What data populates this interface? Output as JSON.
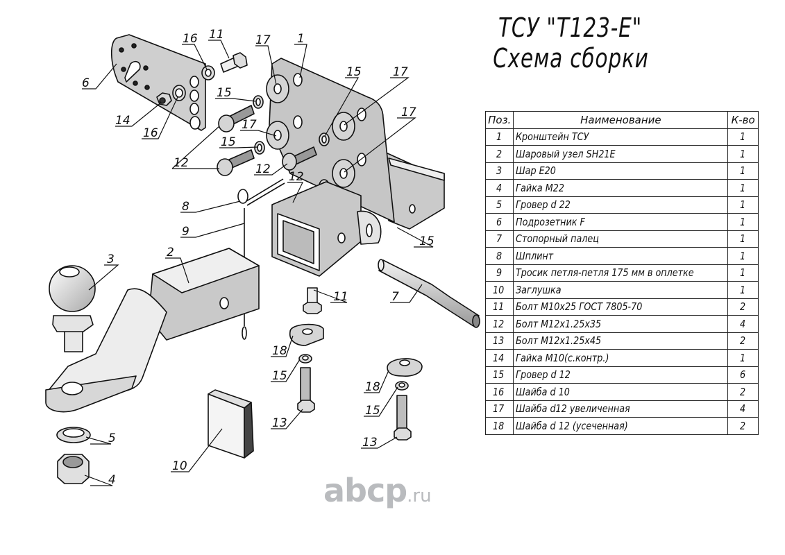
{
  "title": {
    "line1": "ТСУ \"Т123-Е\"",
    "line2": "Схема сборки"
  },
  "spec_table": {
    "headers": {
      "pos": "Поз.",
      "name": "Наименование",
      "qty": "К-во"
    },
    "rows": [
      {
        "pos": "1",
        "name": "Кронштейн ТСУ",
        "qty": "1"
      },
      {
        "pos": "2",
        "name": "Шаровый узел SH21E",
        "qty": "1"
      },
      {
        "pos": "3",
        "name": "Шар E20",
        "qty": "1"
      },
      {
        "pos": "4",
        "name": "Гайка М22",
        "qty": "1"
      },
      {
        "pos": "5",
        "name": "Гровер d 22",
        "qty": "1"
      },
      {
        "pos": "6",
        "name": "Подрозетник F",
        "qty": "1"
      },
      {
        "pos": "7",
        "name": "Стопорный палец",
        "qty": "1"
      },
      {
        "pos": "8",
        "name": "Шплинт",
        "qty": "1"
      },
      {
        "pos": "9",
        "name": "Тросик петля-петля 175 мм в оплетке",
        "qty": "1"
      },
      {
        "pos": "10",
        "name": "Заглушка",
        "qty": "1"
      },
      {
        "pos": "11",
        "name": "Болт М10х25 ГОСТ 7805-70",
        "qty": "2"
      },
      {
        "pos": "12",
        "name": "Болт М12х1.25х35",
        "qty": "4"
      },
      {
        "pos": "13",
        "name": "Болт М12х1.25х45",
        "qty": "2"
      },
      {
        "pos": "14",
        "name": "Гайка М10(с.контр.)",
        "qty": "1"
      },
      {
        "pos": "15",
        "name": "Гровер d 12",
        "qty": "6"
      },
      {
        "pos": "16",
        "name": "Шайба d 10",
        "qty": "2"
      },
      {
        "pos": "17",
        "name": "Шайба d12 увеличенная",
        "qty": "4"
      },
      {
        "pos": "18",
        "name": "Шайба d 12 (усеченная)",
        "qty": "2"
      }
    ]
  },
  "callouts": [
    "6",
    "16",
    "11",
    "17",
    "1",
    "15",
    "17",
    "17",
    "14",
    "16",
    "15",
    "17",
    "15",
    "12",
    "12",
    "12",
    "8",
    "9",
    "3",
    "2",
    "11",
    "7",
    "15",
    "18",
    "15",
    "13",
    "18",
    "15",
    "13",
    "5",
    "4",
    "10"
  ],
  "parts": {
    "plate_6": "Подрозетник F",
    "bracket_1": "Кронштейн ТСУ",
    "ball_mount_2": "Шаровый узел SH21E",
    "ball_3": "Шар E20",
    "nut_4": "Гайка М22",
    "spring_washer_5": "Гровер d 22",
    "pin_7": "Стопорный палец",
    "cotter_8": "Шплинт",
    "cable_9": "Тросик петля-петля 175 мм в оплетке",
    "cap_10": "Заглушка"
  },
  "watermark": {
    "brand": "abcp",
    "tld": ".ru"
  },
  "colors": {
    "part_fill": "#c8c8c8",
    "part_light": "#e6e6e6",
    "line": "#111111",
    "watermark": "#b9bbbe"
  }
}
